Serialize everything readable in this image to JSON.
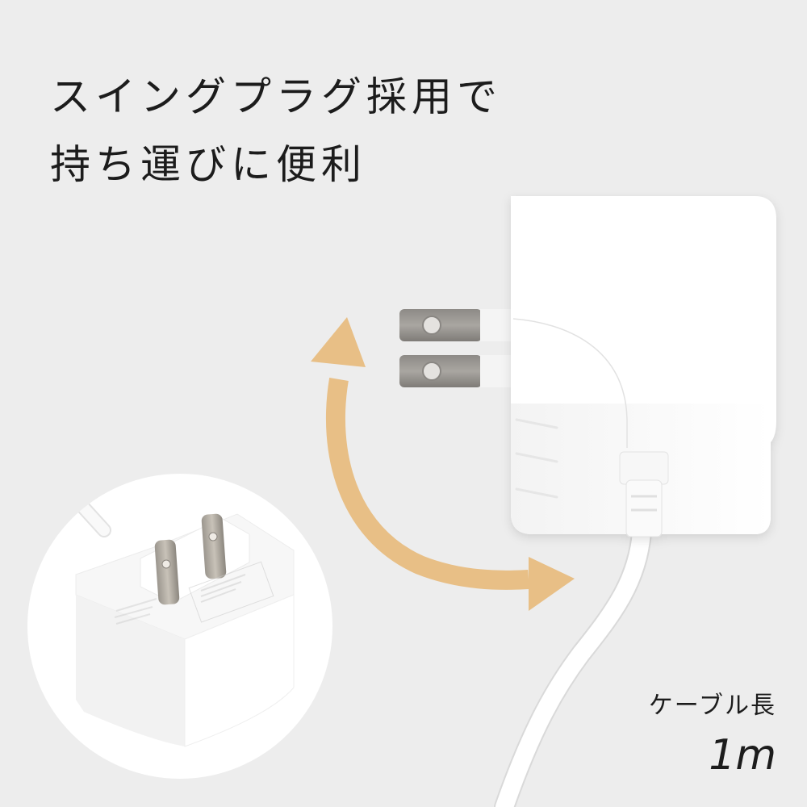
{
  "headline": {
    "line1": "スイングプラグ採用で",
    "line2": "持ち運びに便利"
  },
  "spec": {
    "label": "ケーブル長",
    "value": "1m"
  },
  "colors": {
    "background": "#ededed",
    "arrow": "#e8bf86",
    "product": "#ffffff",
    "prong": "#a6a39e",
    "text": "#1c1c1c"
  },
  "illustration": {
    "main_product": "white AC adapter with folding plug, cable attached",
    "swing_arrow": "curved double-headed arrow indicating plug rotation",
    "inset": "circular inset showing adapter with plug prongs raised"
  }
}
